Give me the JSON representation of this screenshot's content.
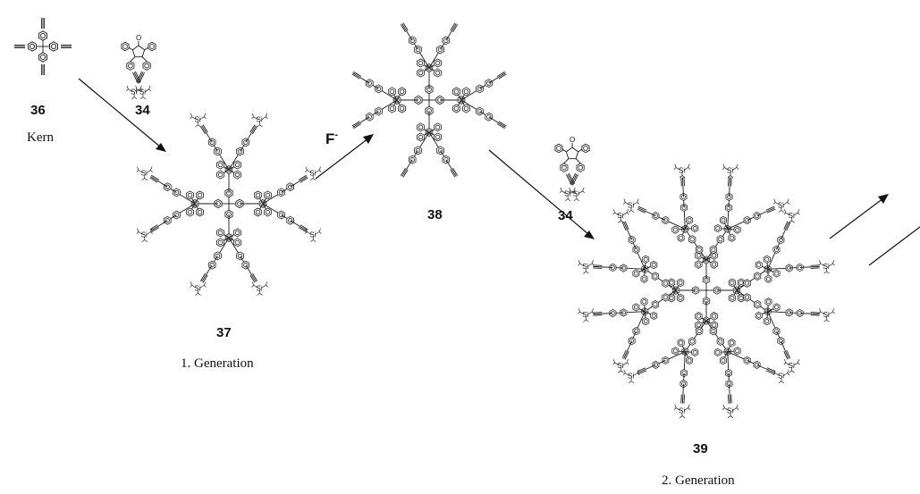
{
  "compounds": {
    "c36": {
      "number": "36",
      "caption": "Kern"
    },
    "c34a": {
      "number": "34"
    },
    "c37": {
      "number": "37",
      "caption": "1. Generation"
    },
    "c38": {
      "number": "38"
    },
    "c34b": {
      "number": "34"
    },
    "c39": {
      "number": "39",
      "caption": "2. Generation"
    }
  },
  "reagents": {
    "fluoride": {
      "symbol": "F",
      "charge": "-"
    }
  },
  "atoms": {
    "silicon": "Si",
    "oxygen": "O"
  }
}
